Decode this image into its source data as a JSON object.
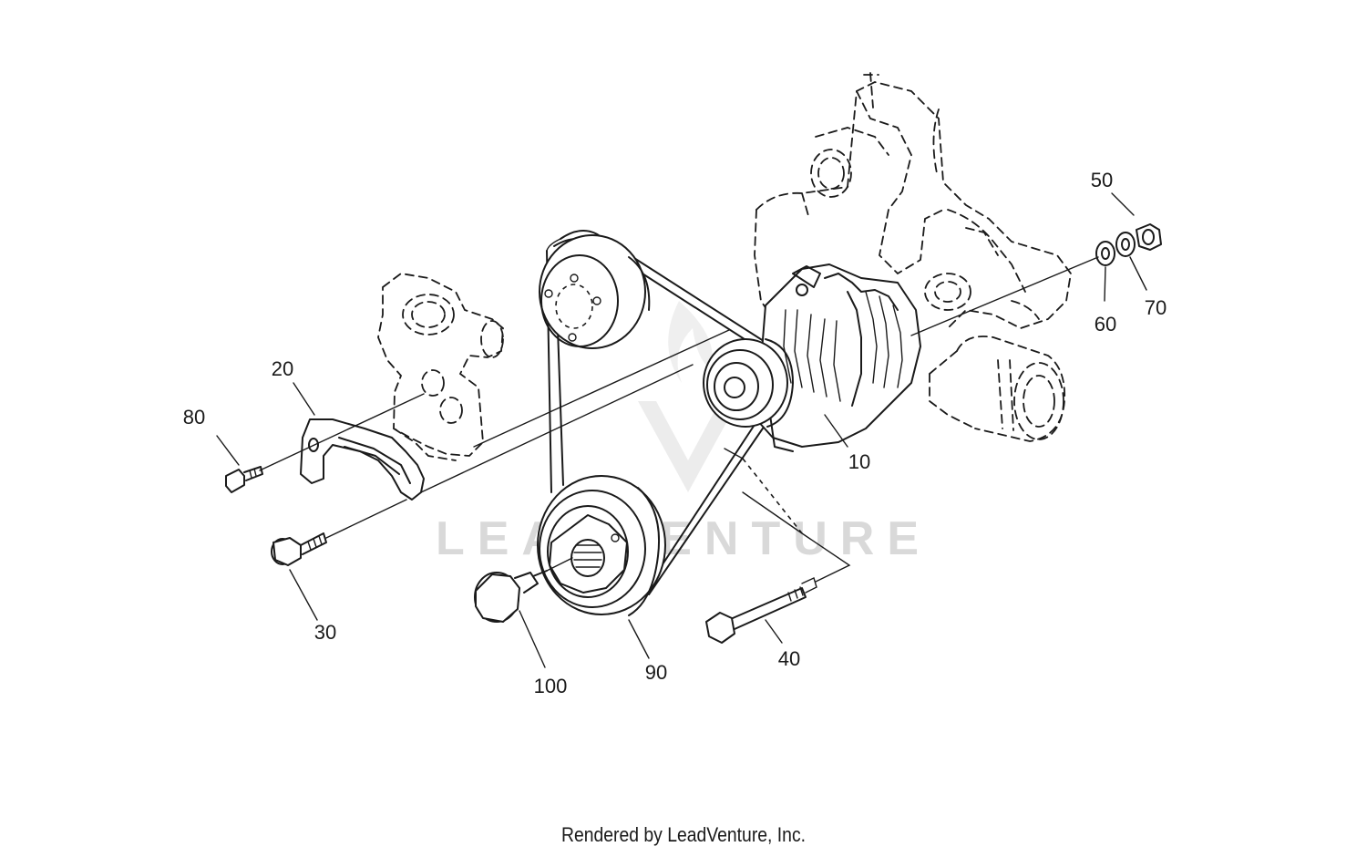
{
  "diagram": {
    "watermark": "LEADVENTURE",
    "callouts": [
      {
        "id": "10",
        "label": "10"
      },
      {
        "id": "20",
        "label": "20"
      },
      {
        "id": "30",
        "label": "30"
      },
      {
        "id": "40",
        "label": "40"
      },
      {
        "id": "50",
        "label": "50"
      },
      {
        "id": "60",
        "label": "60"
      },
      {
        "id": "70",
        "label": "70"
      },
      {
        "id": "80",
        "label": "80"
      },
      {
        "id": "90",
        "label": "90"
      },
      {
        "id": "100",
        "label": "100"
      }
    ]
  },
  "footer": {
    "credit": "Rendered by LeadVenture, Inc."
  }
}
